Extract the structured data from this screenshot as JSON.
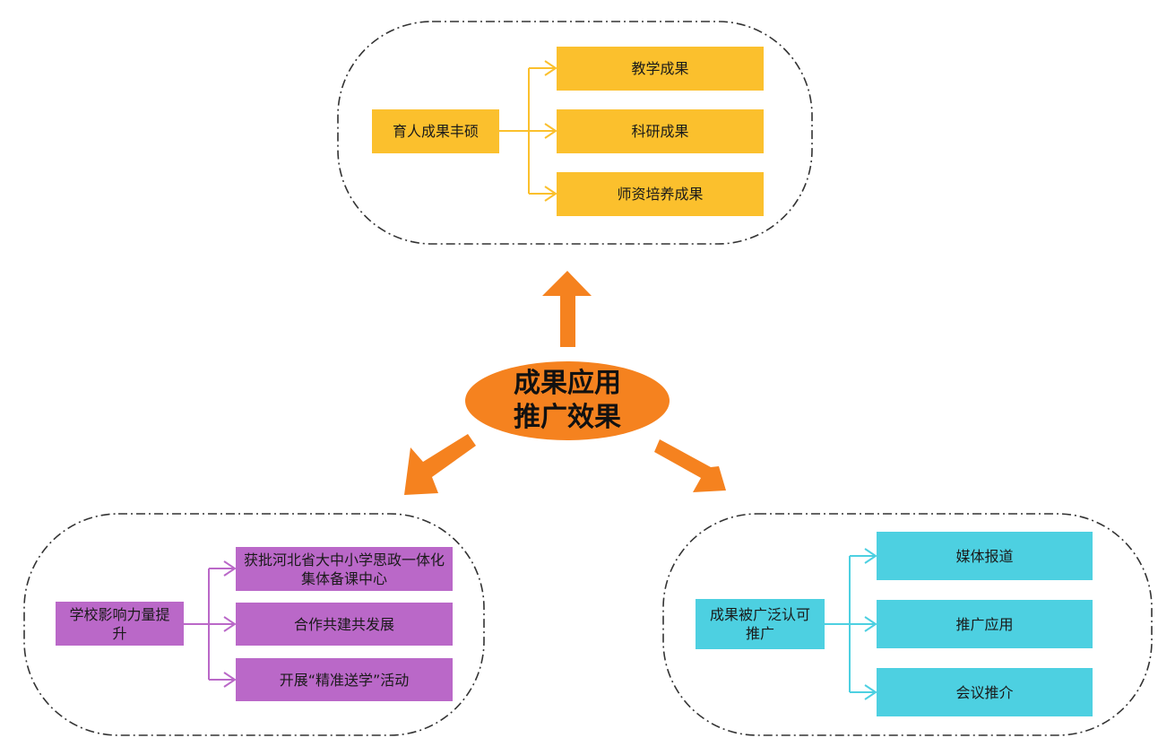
{
  "center": {
    "line1": "成果应用",
    "line2": "推广效果",
    "color": "#F5821F"
  },
  "groups": [
    {
      "id": "top",
      "color": "#FBC02D",
      "root": "育人成果丰硕",
      "children": [
        "教学成果",
        "科研成果",
        "师资培养成果"
      ]
    },
    {
      "id": "left",
      "color": "#BA68C8",
      "root": "学校影响力量提升",
      "children": [
        "获批河北省大中小学思政一体化集体备课中心",
        "合作共建共发展",
        "开展“精准送学”活动"
      ]
    },
    {
      "id": "right",
      "color": "#4DD0E1",
      "root": "成果被广泛认可推广",
      "children": [
        "媒体报道",
        "推广应用",
        "会议推介"
      ]
    }
  ]
}
